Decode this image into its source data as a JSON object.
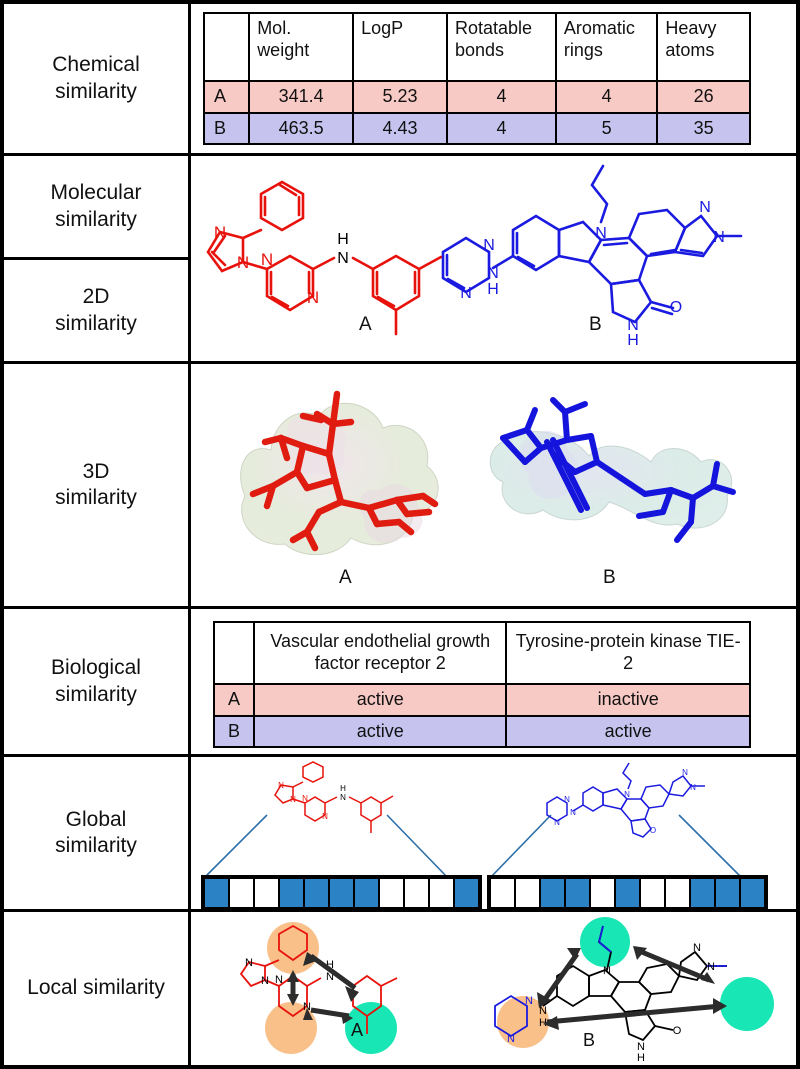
{
  "figure": {
    "rows": [
      {
        "label": "Chemical\nsimilarity",
        "name": "chemical-similarity"
      },
      {
        "label": "Molecular\nsimilarity",
        "name": "molecular-similarity"
      },
      {
        "label": "2D\nsimilarity",
        "name": "2d-similarity"
      },
      {
        "label": "3D\nsimilarity",
        "name": "3d-similarity"
      },
      {
        "label": "Biological\nsimilarity",
        "name": "biological-similarity"
      },
      {
        "label": "Global\nsimilarity",
        "name": "global-similarity"
      },
      {
        "label": "Local similarity",
        "name": "local-similarity"
      }
    ]
  },
  "chemical_table": {
    "corner": "",
    "headers": [
      "Mol. weight",
      "LogP",
      "Rotatable bonds",
      "Aromatic rings",
      "Heavy atoms"
    ],
    "rows": [
      {
        "key": "A",
        "values": [
          "341.4",
          "5.23",
          "4",
          "4",
          "26"
        ]
      },
      {
        "key": "B",
        "values": [
          "463.5",
          "4.43",
          "4",
          "5",
          "35"
        ]
      }
    ],
    "row_colors": {
      "A": "#f8cac5",
      "B": "#c6c4ef"
    }
  },
  "biological_table": {
    "corner": "",
    "headers": [
      "Vascular endothelial growth factor receptor 2",
      "Tyrosine-protein kinase TIE-2"
    ],
    "rows": [
      {
        "key": "A",
        "values": [
          "active",
          "inactive"
        ]
      },
      {
        "key": "B",
        "values": [
          "active",
          "active"
        ]
      }
    ],
    "row_colors": {
      "A": "#f8cac5",
      "B": "#c6c4ef"
    }
  },
  "molecules": {
    "a_label": "A",
    "b_label": "B",
    "a_color": "#e8120c",
    "b_color": "#1a1ae0"
  },
  "three_d": {
    "a_label": "A",
    "b_label": "B"
  },
  "global": {
    "a_label": "",
    "b_label": "",
    "fingerprint_a": [
      1,
      0,
      0,
      1,
      1,
      1,
      1,
      0,
      0,
      0,
      1
    ],
    "fingerprint_b": [
      0,
      0,
      1,
      1,
      0,
      1,
      0,
      0,
      1,
      1,
      1
    ],
    "bit_on_color": "#2b82c4",
    "bit_off_color": "#ffffff"
  },
  "local": {
    "a_label": "A",
    "b_label": "B",
    "highlight_orange": "#f9c08a",
    "highlight_green": "#18e6b4"
  }
}
